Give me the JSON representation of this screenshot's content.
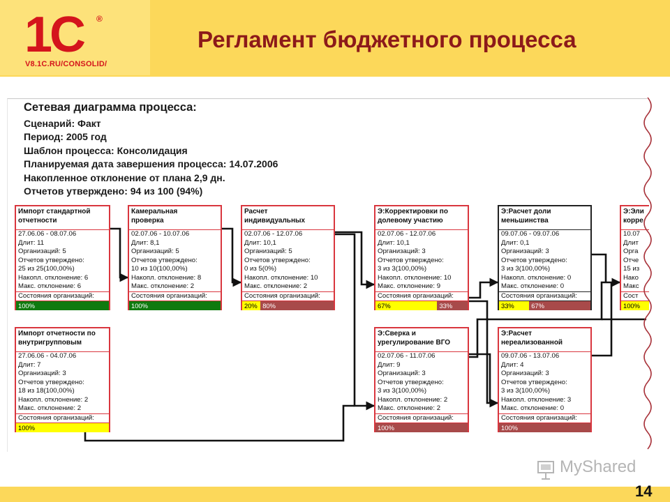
{
  "slide": {
    "title": "Регламент бюджетного процесса",
    "page_number": "14",
    "watermark": "MyShared",
    "logo": {
      "mark": "1С",
      "registered": "®",
      "url": "V8.1C.RU/CONSOLID/"
    }
  },
  "info": {
    "heading": "Сетевая диаграмма процесса:",
    "lines": [
      "Сценарий: Факт",
      "Период: 2005 год",
      "Шаблон процесса: Консолидация",
      "Планируемая дата завершения процесса: 14.07.2006",
      "Накопленное отклонение от плана 2,9 дн.",
      "Отчетов утверждено: 94 из 100 (94%)"
    ]
  },
  "colors": {
    "green": "#0f7a0f",
    "yellow": "#ffff00",
    "red": "#a84a4a",
    "border_red": "#d9363e",
    "border_black": "#222222",
    "title": "#8c1a1a"
  },
  "status_label": "Состояния организаций:",
  "boxes": [
    {
      "title_l1": "Импорт стандартной",
      "title_l2": "отчетности",
      "dates": "27.06.06 - 08.07.06",
      "dur": "Длит: 11",
      "orgs": "Организаций: 5",
      "approved_label": "Отчетов утверждено:",
      "approved": "25 из 25(100,00%)",
      "acc": "Накопл. отклонение: 6",
      "max": "Макс. отклонение: 6",
      "bars": [
        {
          "label": "100%",
          "color": "green",
          "value": 100
        }
      ]
    },
    {
      "title_l1": "Камеральная",
      "title_l2": "проверка",
      "dates": "02.07.06 - 10.07.06",
      "dur": "Длит: 8,1",
      "orgs": "Организаций: 5",
      "approved_label": "Отчетов утверждено:",
      "approved": "10 из 10(100,00%)",
      "acc": "Накопл. отклонение: 8",
      "max": "Макс. отклонение: 2",
      "bars": [
        {
          "label": "100%",
          "color": "green",
          "value": 100
        }
      ]
    },
    {
      "title_l1": "Расчет",
      "title_l2": "индивидуальных",
      "dates": "02.07.06 - 12.07.06",
      "dur": "Длит: 10,1",
      "orgs": "Организаций: 5",
      "approved_label": "Отчетов утверждено:",
      "approved": "0 из 5(0%)",
      "acc": "Накопл. отклонение: 10",
      "max": "Макс. отклонение: 2",
      "bars": [
        {
          "label": "20%",
          "color": "yellow",
          "value": 20
        },
        {
          "label": "80%",
          "color": "red",
          "value": 80
        }
      ]
    },
    {
      "title_l1": "Э:Корректировки по",
      "title_l2": "долевому участию",
      "dates": "02.07.06 - 12.07.06",
      "dur": "Длит: 10,1",
      "orgs": "Организаций: 3",
      "approved_label": "Отчетов утверждено:",
      "approved": "3 из 3(100,00%)",
      "acc": "Накопл. отклонение: 10",
      "max": "Макс. отклонение: 9",
      "bars": [
        {
          "label": "67%",
          "color": "yellow",
          "value": 67
        },
        {
          "label": "33%",
          "color": "red",
          "value": 33
        }
      ]
    },
    {
      "title_l1": "Э:Расчет доли",
      "title_l2": "меньшинства",
      "dates": "09.07.06 - 09.07.06",
      "dur": "Длит: 0,1",
      "orgs": "Организаций: 3",
      "approved_label": "Отчетов утверждено:",
      "approved": "3 из 3(100,00%)",
      "acc": "Накопл. отклонение: 0",
      "max": "Макс. отклонение: 0",
      "bars": [
        {
          "label": "33%",
          "color": "yellow",
          "value": 33
        },
        {
          "label": "67%",
          "color": "red",
          "value": 67
        }
      ]
    },
    {
      "title_l1": "Э:Эли",
      "title_l2": "корре",
      "dates": "10.07",
      "dur": "Длит",
      "orgs": "Орга",
      "approved_label": "Отче",
      "approved": "15 из",
      "acc": "Нако",
      "max": "Макс",
      "status": "Сост",
      "bars": [
        {
          "label": "100%",
          "color": "yellow",
          "value": 100
        }
      ]
    },
    {
      "title_l1": "Импорт отчетности по",
      "title_l2": "внутригрупповым",
      "dates": "27.06.06 - 04.07.06",
      "dur": "Длит: 7",
      "orgs": "Организаций: 3",
      "approved_label": "Отчетов утверждено:",
      "approved": "18 из 18(100,00%)",
      "acc": "Накопл. отклонение: 2",
      "max": "Макс. отклонение: 2",
      "bars": [
        {
          "label": "100%",
          "color": "yellow",
          "value": 100
        }
      ]
    },
    {
      "title_l1": "Э:Сверка и",
      "title_l2": "урегулирование ВГО",
      "dates": "02.07.06 - 11.07.06",
      "dur": "Длит: 9",
      "orgs": "Организаций: 3",
      "approved_label": "Отчетов утверждено:",
      "approved": "3 из 3(100,00%)",
      "acc": "Накопл. отклонение: 2",
      "max": "Макс. отклонение: 2",
      "bars": [
        {
          "label": "100%",
          "color": "red",
          "value": 100
        }
      ]
    },
    {
      "title_l1": "Э:Расчет",
      "title_l2": "нереализованной",
      "dates": "09.07.06 - 13.07.06",
      "dur": "Длит: 4",
      "orgs": "Организаций: 3",
      "approved_label": "Отчетов утверждено:",
      "approved": "3 из 3(100,00%)",
      "acc": "Накопл. отклонение: 3",
      "max": "Макс. отклонение: 0",
      "bars": [
        {
          "label": "100%",
          "color": "red",
          "value": 100
        }
      ]
    }
  ]
}
